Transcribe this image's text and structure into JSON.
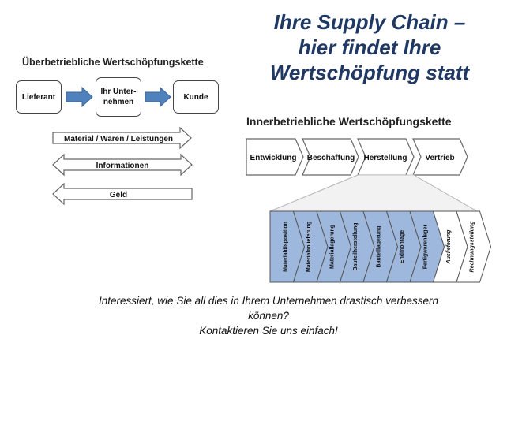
{
  "title": {
    "line1": "Ihre Supply Chain –",
    "line2": "hier findet Ihre",
    "line3": "Wertschöpfung statt"
  },
  "left_diagram": {
    "heading": "Überbetriebliche Wertschöpfungskette",
    "boxes": [
      "Lieferant",
      "Ihr Unter-\nnehmen",
      "Kunde"
    ],
    "flows": [
      {
        "label": "Material / Waren / Leistungen",
        "direction": "right"
      },
      {
        "label": "Informationen",
        "direction": "both"
      },
      {
        "label": "Geld",
        "direction": "left"
      }
    ],
    "arrow_color": "#4f81bd"
  },
  "right_diagram": {
    "heading": "Innerbetriebliche Wertschöpfungskette",
    "stages": [
      "Entwicklung",
      "Beschaffung",
      "Herstellung",
      "Vertrieb"
    ],
    "sub_stages": [
      {
        "label": "Materialdisposition",
        "highlighted": true
      },
      {
        "label": "Materialanlieferung",
        "highlighted": true
      },
      {
        "label": "Materiallagerung",
        "highlighted": true
      },
      {
        "label": "Bauteilherstellung",
        "highlighted": true
      },
      {
        "label": "Bauteillagerung",
        "highlighted": true
      },
      {
        "label": "Endmontage",
        "highlighted": true
      },
      {
        "label": "Fertigwarenlager",
        "highlighted": true
      },
      {
        "label": "Auslieferung",
        "highlighted": false
      },
      {
        "label": "Rechnungsstellung",
        "highlighted": false
      }
    ],
    "highlight_color": "#9db7dd"
  },
  "footer": {
    "line1": "Interessiert, wie Sie all dies in Ihrem Unternehmen drastisch verbessern",
    "line2": "können?",
    "line3": "Kontaktieren Sie uns einfach!"
  }
}
